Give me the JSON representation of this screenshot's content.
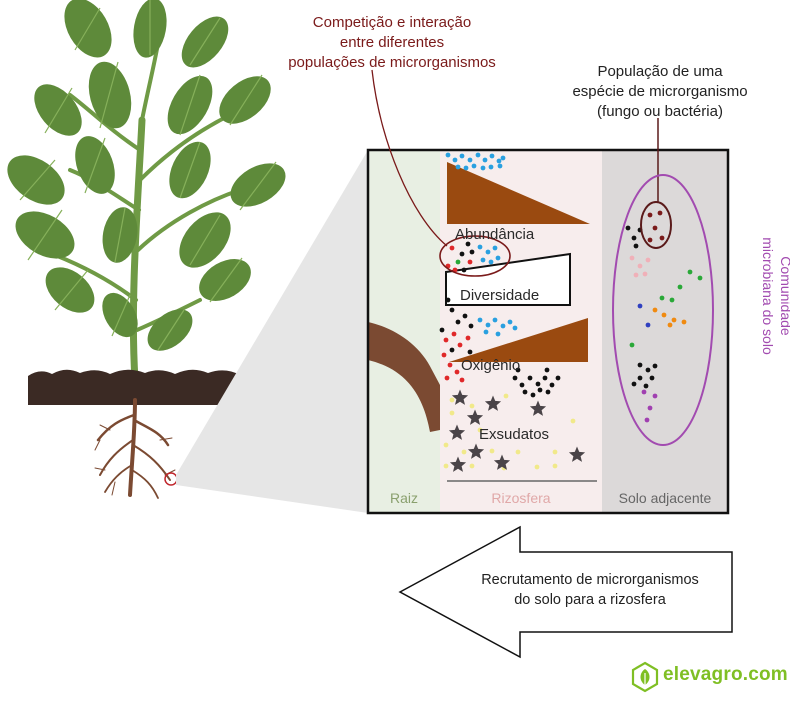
{
  "labels": {
    "competition": [
      "Competição e interação",
      "entre diferentes",
      "populações de microrganismos"
    ],
    "population": [
      "População de uma",
      "espécie de microrganismo",
      "(fungo ou bactéria)"
    ],
    "community": [
      "Comunidade",
      "microbiana do solo"
    ],
    "abundance": "Abundância",
    "diversity": "Diversidade",
    "oxygen": "Oxigênio",
    "exudates": "Exsudatos",
    "zone_root": "Raiz",
    "zone_rhizosphere": "Rizosfera",
    "zone_soil": "Solo adjacente",
    "recruitment": [
      "Recrutamento de microrganismos",
      "do solo para a rizosfera"
    ],
    "brand": "elevagro.com"
  },
  "colors": {
    "label_red": "#7a1a1a",
    "label_purple": "#a24bb0",
    "leaf": "#5e8a3a",
    "stem": "#6f9a45",
    "soil": "#3b2a24",
    "root": "#7b4a32",
    "wedge": "#9a4a10",
    "zone_root_bg": "#e8efe3",
    "zone_rhizo_bg": "#f7eded",
    "zone_soil_bg": "#dcd9d9",
    "zone_root_text": "#8aa06e",
    "zone_rhizo_text": "#e0a8a8",
    "zone_soil_text": "#666666",
    "brand": "#7fbf24"
  },
  "icons": {
    "brand_logo": "leaf-hexagon-icon",
    "exudate": "star-icon"
  }
}
